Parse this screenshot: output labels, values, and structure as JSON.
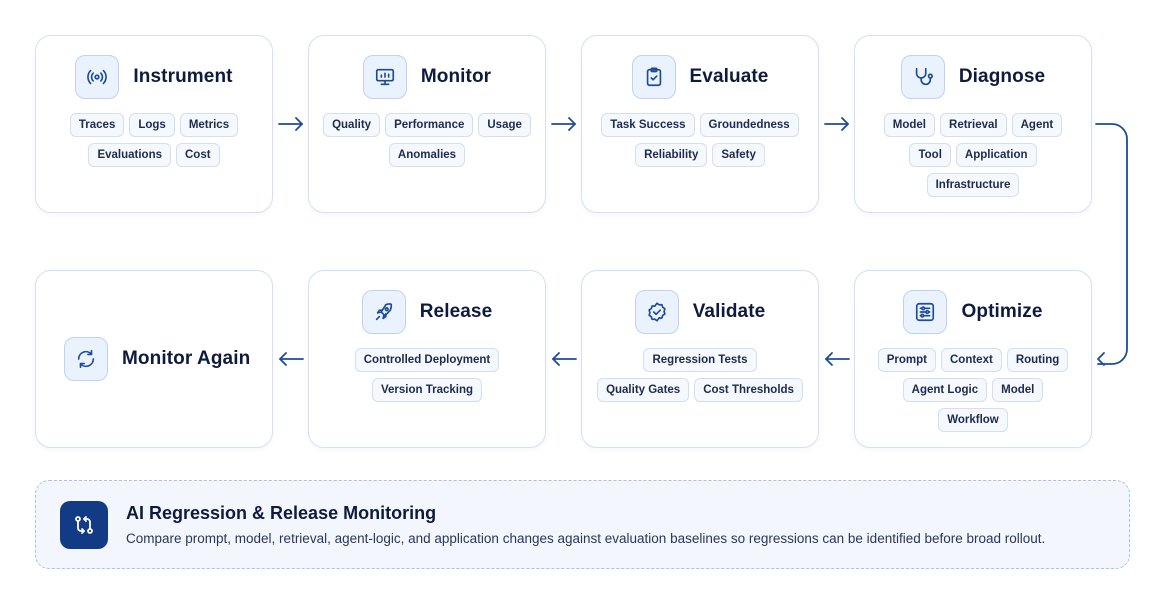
{
  "steps": [
    {
      "title": "Instrument",
      "icon": "broadcast-icon",
      "chips": [
        "Traces",
        "Logs",
        "Metrics",
        "Evaluations",
        "Cost"
      ]
    },
    {
      "title": "Monitor",
      "icon": "monitor-chart-icon",
      "chips": [
        "Quality",
        "Performance",
        "Usage",
        "Anomalies"
      ]
    },
    {
      "title": "Evaluate",
      "icon": "clipboard-check-icon",
      "chips": [
        "Task Success",
        "Groundedness",
        "Reliability",
        "Safety"
      ]
    },
    {
      "title": "Diagnose",
      "icon": "stethoscope-icon",
      "chips": [
        "Model",
        "Retrieval",
        "Agent",
        "Tool",
        "Application",
        "Infrastructure"
      ]
    },
    {
      "title": "Optimize",
      "icon": "sliders-icon",
      "chips": [
        "Prompt",
        "Context",
        "Routing",
        "Agent Logic",
        "Model",
        "Workflow"
      ]
    },
    {
      "title": "Validate",
      "icon": "badge-check-icon",
      "chips": [
        "Regression Tests",
        "Quality Gates",
        "Cost Thresholds"
      ]
    },
    {
      "title": "Release",
      "icon": "rocket-icon",
      "chips": [
        "Controlled Deployment",
        "Version Tracking"
      ]
    },
    {
      "title": "Monitor Again",
      "icon": "refresh-icon",
      "chips": []
    }
  ],
  "banner": {
    "icon": "compare-arrows-icon",
    "title": "AI Regression & Release Monitoring",
    "description": "Compare prompt, model, retrieval, agent-logic, and application changes against evaluation baselines so regressions can be identified before broad rollout."
  },
  "colors": {
    "accent": "#123a85",
    "arrow": "#1c4b9a",
    "card_border": "#d3e0f5",
    "icon_bg": "#eaf2fd",
    "banner_bg": "#f3f7fd"
  }
}
